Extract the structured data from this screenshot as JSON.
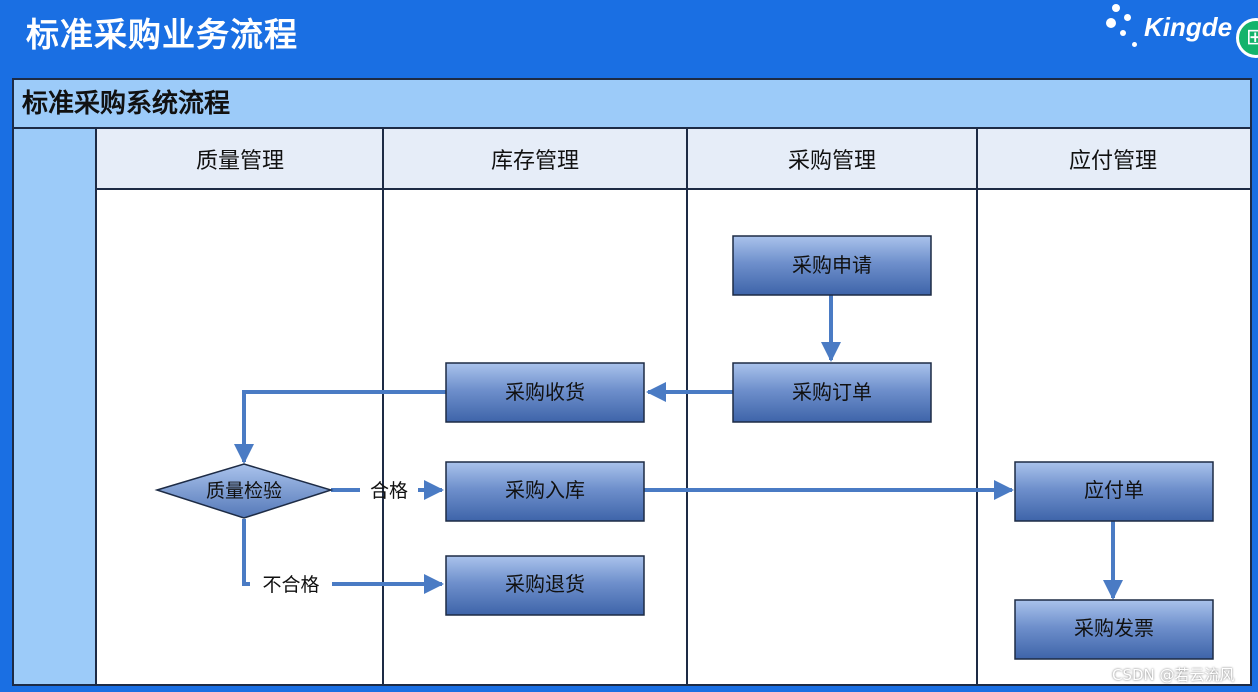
{
  "slide": {
    "title": "标准采购业务流程"
  },
  "logo": {
    "text": "Kingde",
    "badge": "⊞"
  },
  "diagram": {
    "title": "标准采购系统流程",
    "lanes": [
      "质量管理",
      "库存管理",
      "采购管理",
      "应付管理"
    ],
    "nodes": {
      "request": "采购申请",
      "order": "采购订单",
      "receive": "采购收货",
      "inspect": "质量检验",
      "instock": "采购入库",
      "return": "采购退货",
      "payable": "应付单",
      "invoice": "采购发票"
    },
    "edge_labels": {
      "pass": "合格",
      "fail": "不合格"
    }
  },
  "colors": {
    "background": "#1a6fe3",
    "title_band": "#9ccbf9",
    "lane_header": "#e6edf8",
    "left_rail": "#9ccbf9",
    "node_fill": "#5f82c0",
    "arrow": "#4a7bc4"
  },
  "watermark": "CSDN @若云流风"
}
